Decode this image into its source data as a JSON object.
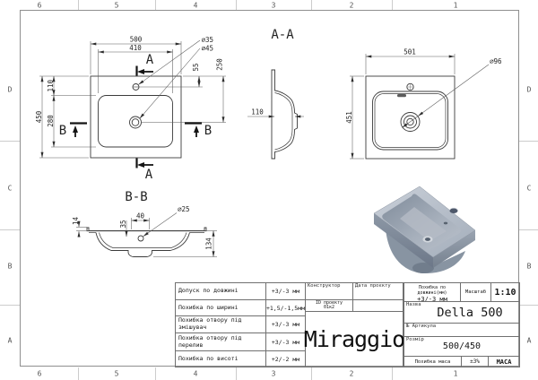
{
  "frame": {
    "columns": [
      "6",
      "5",
      "4",
      "3",
      "2",
      "1"
    ],
    "rows": [
      "D",
      "C",
      "B",
      "A"
    ]
  },
  "plan_view": {
    "section_a": "A",
    "section_b": "B",
    "dim_width_outer": "500",
    "dim_width_inner": "410",
    "dim_height_outer": "450",
    "dim_basin_height": "280",
    "dim_top_to_basin": "110",
    "dim_faucet_offset": "55",
    "dim_drain_offset": "250",
    "dia_faucet": "⌀35",
    "dia_drain": "⌀45"
  },
  "section_aa": {
    "title": "A-A",
    "dim_depth": "110"
  },
  "bottom_view": {
    "dim_width": "501",
    "dim_height": "451",
    "dia_drain": "⌀96"
  },
  "section_bb": {
    "title": "B-B",
    "dim_overflow_span": "40",
    "dim_overflow_drop": "35",
    "dim_flange": "14",
    "dia_overflow": "⌀25",
    "dim_height": "134"
  },
  "title_block": {
    "tolerances": [
      {
        "label": "Допуск по довжині",
        "value": "+3/-3 мм"
      },
      {
        "label": "Похибка по ширині",
        "value": "+1,5/-1,5мм"
      },
      {
        "label": "Похибка отвору під змішувач",
        "value": "+3/-3 мм"
      },
      {
        "label": "Похибка отвору під перелив",
        "value": "+3/-3 мм"
      },
      {
        "label": "Похибка по висоті",
        "value": "+2/-2 мм"
      }
    ],
    "constructor_label": "Конструктор",
    "project_date_label": "Дата проєкту",
    "project_id_label": "ID проекту",
    "project_id_value": "01к2",
    "length_tolerance_label": "Похибка по довжині(мм)",
    "length_tolerance_value": "+3/-3 мм",
    "scale_label": "Масштаб",
    "scale_value": "1:10",
    "name_label": "Назва",
    "name_value": "Della 500",
    "article_label": "№ Артикула",
    "size_label": "Розмір",
    "size_value": "500/450",
    "mass_tolerance_label": "Похибка маса",
    "mass_tolerance_value": "±3%",
    "mass_label": "МАСА",
    "logo": "Miraggio"
  }
}
